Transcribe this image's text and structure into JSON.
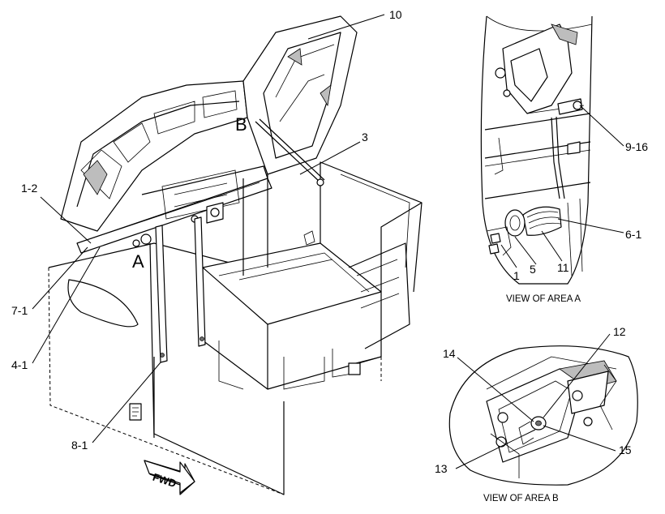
{
  "callouts": {
    "c10": "10",
    "c3": "3",
    "c1_2": "1-2",
    "c7_1": "7-1",
    "c4_1": "4-1",
    "c8_1": "8-1",
    "c9_16": "9-16",
    "c6_1": "6-1",
    "c1": "1",
    "c5": "5",
    "c11": "11",
    "c12": "12",
    "c14": "14",
    "c15": "15",
    "c13": "13"
  },
  "view_letters": {
    "a": "A",
    "b": "B"
  },
  "captions": {
    "view_a": "VIEW OF AREA A",
    "view_b": "VIEW OF AREA B"
  },
  "fwd_arrow": {
    "label": "FWD"
  }
}
